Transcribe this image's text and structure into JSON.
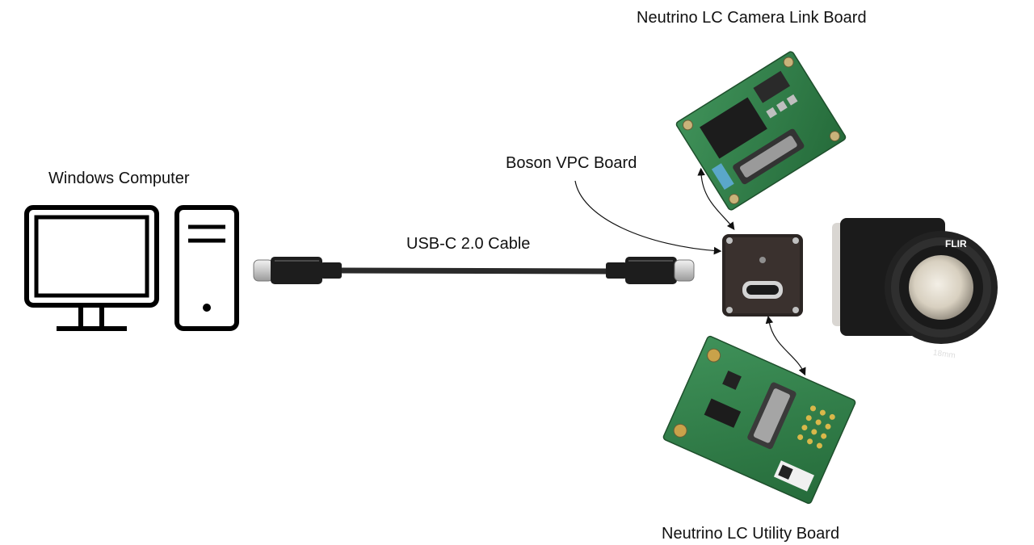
{
  "labels": {
    "camera_link_board": "Neutrino LC Camera Link Board",
    "windows_computer": "Windows Computer",
    "vpc_board": "Boson VPC Board",
    "usb_cable": "USB-C 2.0 Cable",
    "utility_board": "Neutrino LC Utility Board"
  },
  "camera": {
    "brand": "FLIR",
    "lens": "18mm"
  },
  "colors": {
    "text": "#111111",
    "pcb_green": "#2f7a45",
    "vpc_board": "#2b2523",
    "camera_body": "#1b1b1b",
    "cable": "#2a2a2a"
  }
}
